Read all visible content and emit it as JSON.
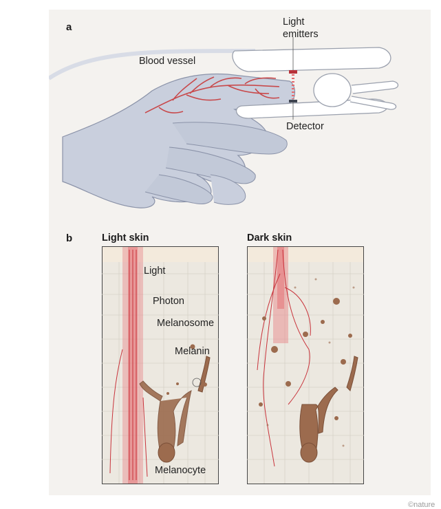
{
  "panel_a": {
    "letter": "a",
    "labels": {
      "light_emitters": "Light\nemitters",
      "blood_vessel": "Blood vessel",
      "detector": "Detector"
    }
  },
  "panel_b": {
    "letter": "b",
    "light_skin": {
      "title": "Light skin",
      "labels": {
        "light": "Light",
        "photon": "Photon",
        "melanosome": "Melanosome",
        "melanin": "Melanin",
        "melanocyte": "Melanocyte"
      }
    },
    "dark_skin": {
      "title": "Dark skin"
    }
  },
  "credit": "©nature",
  "colors": {
    "background": "#f4f2ef",
    "skin": "#c9cfdd",
    "vessel": "#c8484a",
    "light_beam": "#e8898b",
    "melanocyte": "#9c6b4e",
    "tissue": "#ece8e0"
  }
}
